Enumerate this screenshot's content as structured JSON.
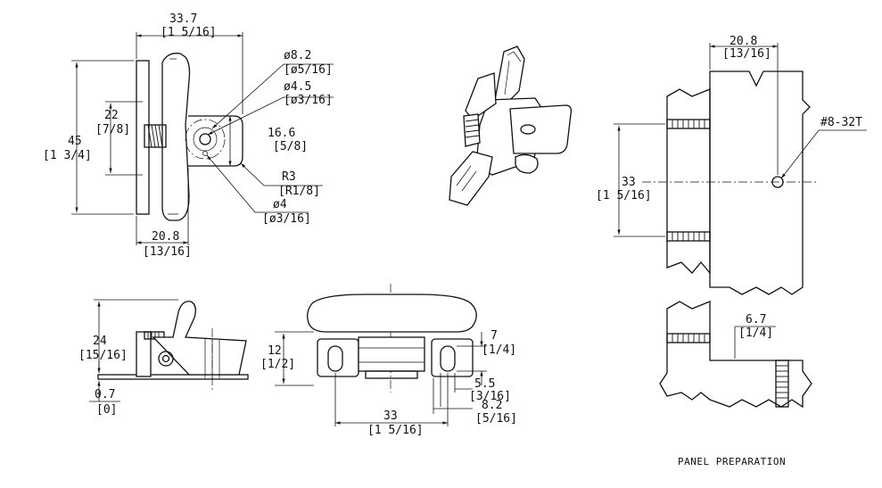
{
  "dims": {
    "width_total": "33.7",
    "width_total_in": "[1 5/16]",
    "hole_dia_large": "ø8.2",
    "hole_dia_large_in": "[ø5/16]",
    "hole_dia_mid": "ø4.5",
    "hole_dia_mid_in": "[ø3/16]",
    "height_total": "45",
    "height_total_in": "[1 3/4]",
    "stud_height": "22",
    "stud_height_in": "[7/8]",
    "tab_height": "16.6",
    "tab_height_in": "[5/8]",
    "radius": "R3",
    "radius_in": "[R1/8]",
    "hole_dia_small": "ø4",
    "hole_dia_small_in": "[ø3/16]",
    "base_width": "20.8",
    "base_width_in": "[13/16]",
    "side_height": "24",
    "side_height_in": "[15/16]",
    "base_thk": "0.7",
    "base_thk_in": "[0]",
    "body_height": "12",
    "body_height_in": "[1/2]",
    "slot_height": "7",
    "slot_height_in": "[1/4]",
    "slot_width": "5.5",
    "slot_width_in": "[3/16]",
    "slot_outer": "8.2",
    "slot_outer_in": "[5/16]",
    "slot_spacing": "33",
    "slot_spacing_in": "[1 5/16]",
    "panel_edge": "20.8",
    "panel_edge_in": "[13/16]",
    "thread_spec": "#8-32T",
    "panel_spacing": "33",
    "panel_spacing_in": "[1 5/16]",
    "stud_proj": "6.7",
    "stud_proj_in": "[1/4]"
  },
  "caption": "PANEL PREPARATION"
}
